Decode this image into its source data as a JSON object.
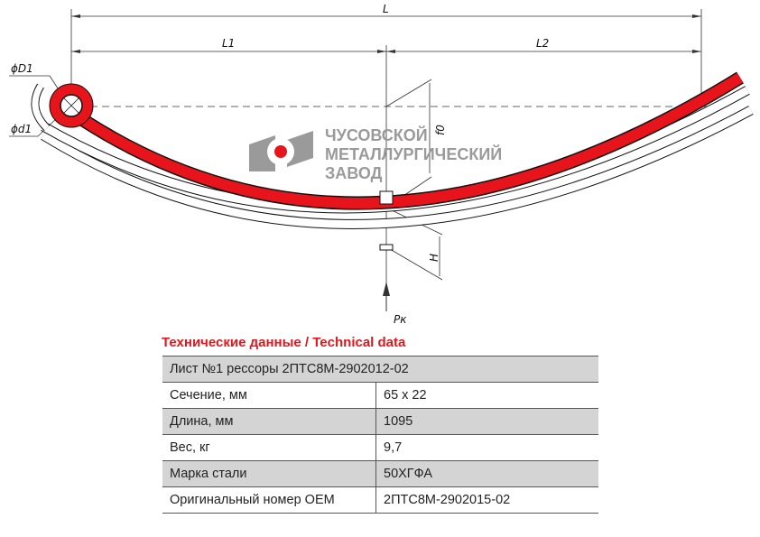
{
  "drawing": {
    "dim_L": "L",
    "dim_L1": "L1",
    "dim_L2": "L2",
    "dim_D1": "ϕD1",
    "dim_d1": "ϕd1",
    "dim_f0": "f0",
    "dim_H": "H",
    "load": "Pк",
    "highlight_color": "#e8141b"
  },
  "logo": {
    "line1": "ЧУСОВСКОЙ",
    "line2": "МЕТАЛЛУРГИЧЕСКИЙ",
    "line3": "ЗАВОД"
  },
  "section_title": "Технические данные / Technical data",
  "table": {
    "header": "Лист №1 рессоры 2ПТС8М-2902012-02",
    "rows": [
      {
        "label": "Сечение, мм",
        "value": "65 x 22"
      },
      {
        "label": "Длина, мм",
        "value": "1095"
      },
      {
        "label": "Вес, кг",
        "value": "9,7"
      },
      {
        "label": "Марка стали",
        "value": "50ХГФА"
      },
      {
        "label": "Оригинальный номер OEM",
        "value": "2ПТС8М-2902015-02"
      }
    ]
  }
}
